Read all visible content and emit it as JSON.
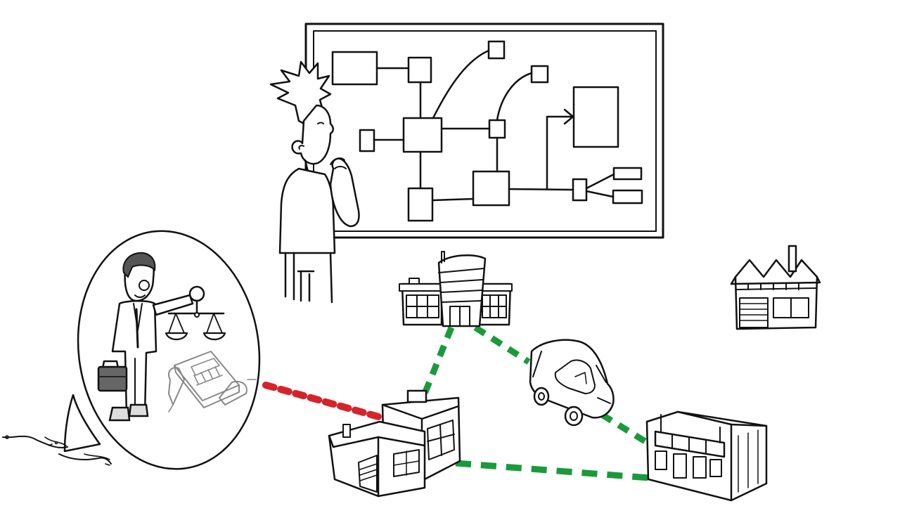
{
  "scene": {
    "colors": {
      "ink": "#111111",
      "background": "#ffffff",
      "route_ok": "#1a9a3c",
      "route_risk": "#d6232a",
      "shade": "#888888"
    },
    "illustrations": [
      "whiteboard-flowchart-icon",
      "thinking-man-icon",
      "office-building-icon",
      "factory-icon",
      "delivery-van-icon",
      "warehouse-icon",
      "storefront-icon",
      "lawyer-with-scales-icon",
      "law-book-icon",
      "shark-fin-icon"
    ],
    "routes": [
      {
        "from": "office-building",
        "to": "warehouse",
        "status": "ok"
      },
      {
        "from": "office-building",
        "to": "delivery-van",
        "status": "ok"
      },
      {
        "from": "delivery-van",
        "to": "storefront",
        "status": "ok"
      },
      {
        "from": "warehouse",
        "to": "storefront",
        "status": "ok"
      },
      {
        "from": "lawyer-bubble",
        "to": "warehouse",
        "status": "risk"
      }
    ]
  }
}
